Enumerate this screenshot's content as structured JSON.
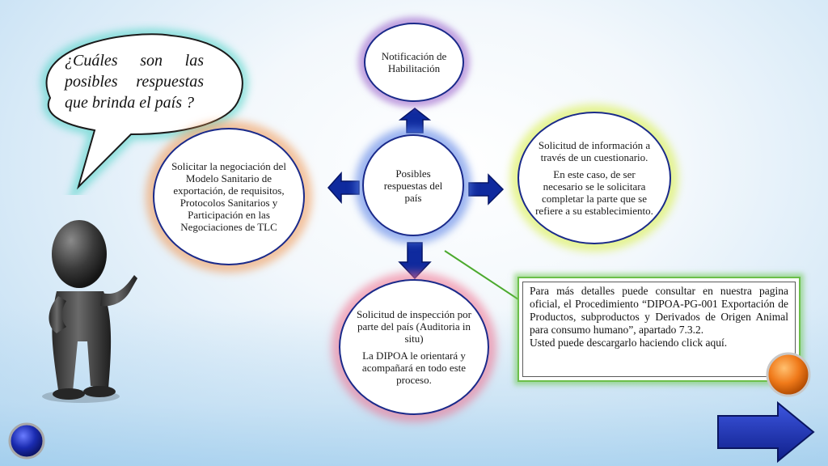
{
  "question": "¿Cuáles son las posibles respuestas que brinda el país ?",
  "center": {
    "text": "Posibles respuestas del país"
  },
  "top": {
    "text": "Notificación de Habilitación"
  },
  "left": {
    "text": "Solicitar la negociación del Modelo Sanitario de exportación, de requisitos, Protocolos Sanitarios y Participación en las Negociaciones de TLC"
  },
  "right": {
    "line1": "Solicitud de información a través de un  cuestionario.",
    "line2": "En este caso, de ser necesario se le solicitara completar la parte que se refiere a su establecimiento."
  },
  "bottom": {
    "line1": "Solicitud de inspección por parte del país (Auditoria in situ)",
    "line2": "La DIPOA le orientará y acompañará en todo este proceso."
  },
  "info": {
    "text": "Para más detalles puede consultar en nuestra pagina oficial, el Procedimiento “DIPOA-PG-001 Exportación de Productos, subproductos y Derivados de Origen Animal para consumo humano”, apartado 7.3.2.",
    "link": "Usted puede descargarlo haciendo click aquí."
  },
  "colors": {
    "arrow": "#0f2a9e",
    "circle_border": "#1a2a8a",
    "info_border": "#6cbf4a",
    "orange_button": "#f07a1a",
    "blue_button": "#1a2bb0"
  },
  "icons": [
    "speech-bubble-icon",
    "pointing-figure-icon",
    "next-arrow-icon",
    "orange-button-icon",
    "blue-button-icon"
  ]
}
